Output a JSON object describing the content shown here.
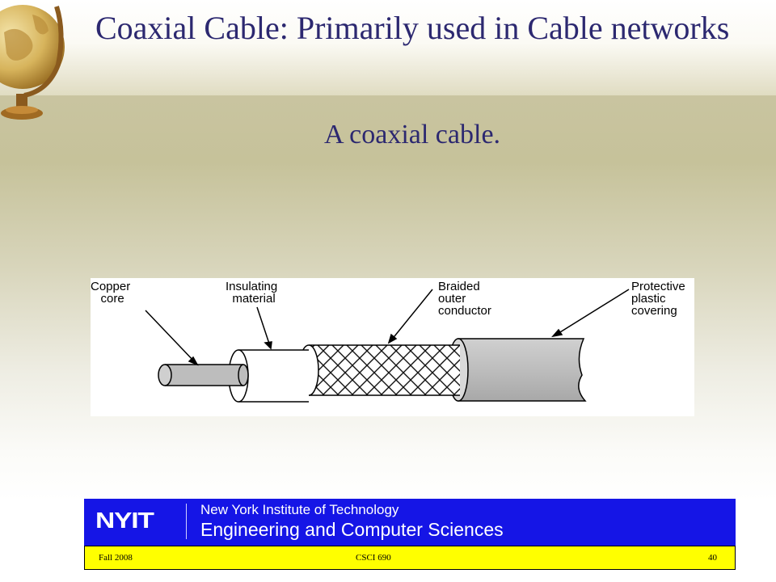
{
  "slide": {
    "title": "Coaxial Cable: Primarily used in Cable networks",
    "subtitle": "A coaxial cable."
  },
  "figure": {
    "labels": {
      "copper_core": "Copper\n   core",
      "insulating_material": "Insulating\n  material",
      "braided_outer_conductor": "Braided\nouter\nconductor",
      "protective_plastic_covering": "Protective\nplastic\ncovering"
    }
  },
  "footer": {
    "logo_text": "NYIT",
    "institution": "New York Institute of Technology",
    "department": "Engineering and Computer Sciences",
    "term": "Fall 2008",
    "course": "CSCI  690",
    "page_number": "40"
  },
  "colors": {
    "title_text": "#2c2870",
    "banner": "#1515e6",
    "footer_bar": "#ffff00"
  }
}
